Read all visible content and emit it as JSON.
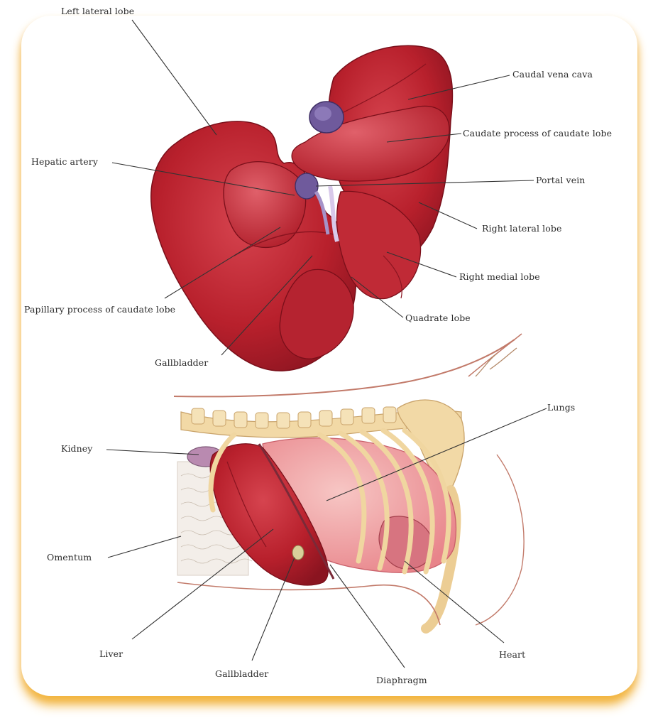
{
  "labels": {
    "left_lateral_lobe": "Left lateral lobe",
    "caudal_vena_cava": "Caudal vena cava",
    "caudate_process": "Caudate process of caudate lobe",
    "hepatic_artery": "Hepatic artery",
    "portal_vein": "Portal vein",
    "right_lateral_lobe": "Right lateral lobe",
    "right_medial_lobe": "Right medial lobe",
    "papillary_process": "Papillary process of caudate lobe",
    "quadrate_lobe": "Quadrate lobe",
    "gallbladder_top": "Gallbladder",
    "lungs": "Lungs",
    "kidney": "Kidney",
    "omentum": "Omentum",
    "liver": "Liver",
    "gallbladder_bottom": "Gallbladder",
    "diaphragm": "Diaphragm",
    "heart": "Heart"
  },
  "colors": {
    "liver_red": "#b8202c",
    "liver_dark": "#8e1420",
    "liver_highlight": "#d9505a",
    "vessel_purple": "#6f5a9c",
    "bone": "#f2d9a6",
    "lung_pink": "#ef9ea0",
    "leader_line": "#333333",
    "shadow_orange": "#f2b43c"
  }
}
